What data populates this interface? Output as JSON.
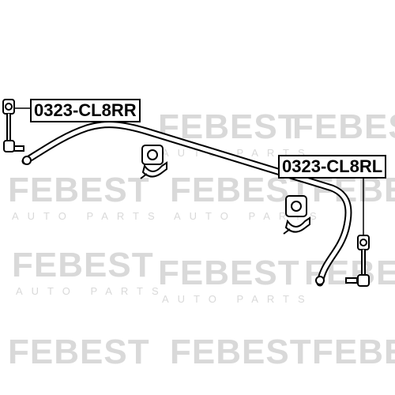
{
  "watermark": {
    "brand": "FEBEST",
    "tagline": "AUTO PARTS",
    "color": "#d9d9d9"
  },
  "parts": {
    "left_link_code": "0323-CL8RR",
    "right_link_code": "0323-CL8RL"
  },
  "colors": {
    "line": "#000000",
    "label_border": "#000000",
    "background": "#ffffff"
  }
}
